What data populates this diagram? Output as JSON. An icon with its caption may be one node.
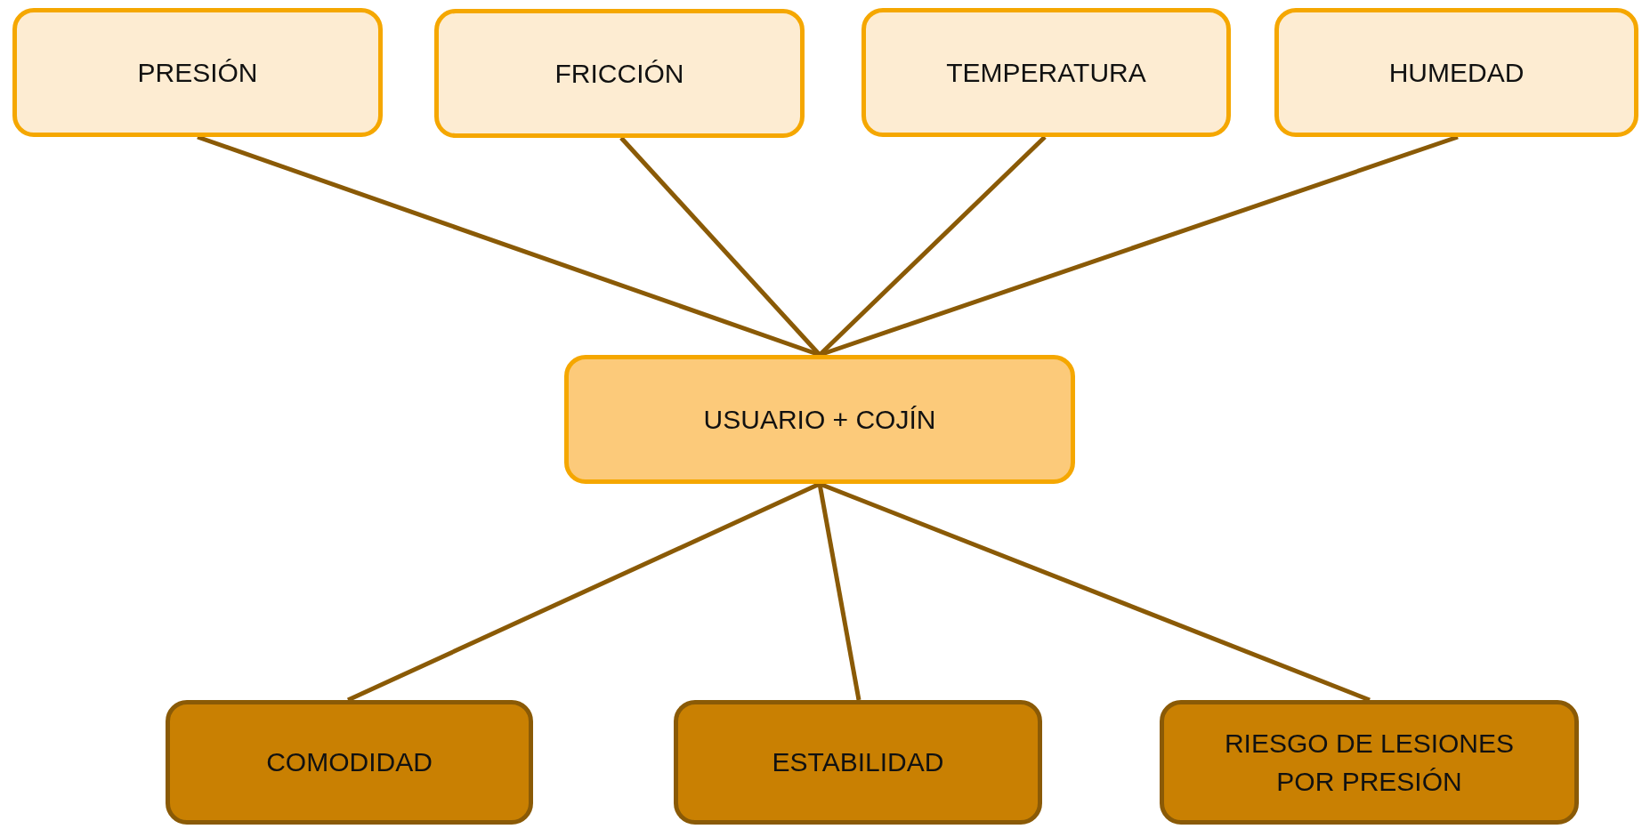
{
  "diagram": {
    "nodes": [
      {
        "text": [
          "PRESIÓN"
        ]
      },
      {
        "text": [
          "FRICCIÓN"
        ]
      },
      {
        "text": [
          "TEMPERATURA"
        ]
      },
      {
        "text": [
          "HUMEDAD"
        ]
      },
      {
        "text": [
          "USUARIO + COJÍN"
        ]
      },
      {
        "text": [
          "COMODIDAD"
        ]
      },
      {
        "text": [
          "ESTABILIDAD"
        ]
      },
      {
        "text": [
          "RIESGO DE LESIONES POR PRESIÓN"
        ]
      }
    ],
    "edges": [
      {
        "from": 0,
        "to": 4,
        "arrow": "none"
      },
      {
        "from": 1,
        "to": 4,
        "arrow": "none"
      },
      {
        "from": 2,
        "to": 4,
        "arrow": "none"
      },
      {
        "from": 3,
        "to": 4,
        "arrow": "none"
      },
      {
        "from": 4,
        "to": 5,
        "arrow": "none"
      },
      {
        "from": 4,
        "to": 6,
        "arrow": "none"
      },
      {
        "from": 4,
        "to": 7,
        "arrow": "none"
      }
    ]
  }
}
